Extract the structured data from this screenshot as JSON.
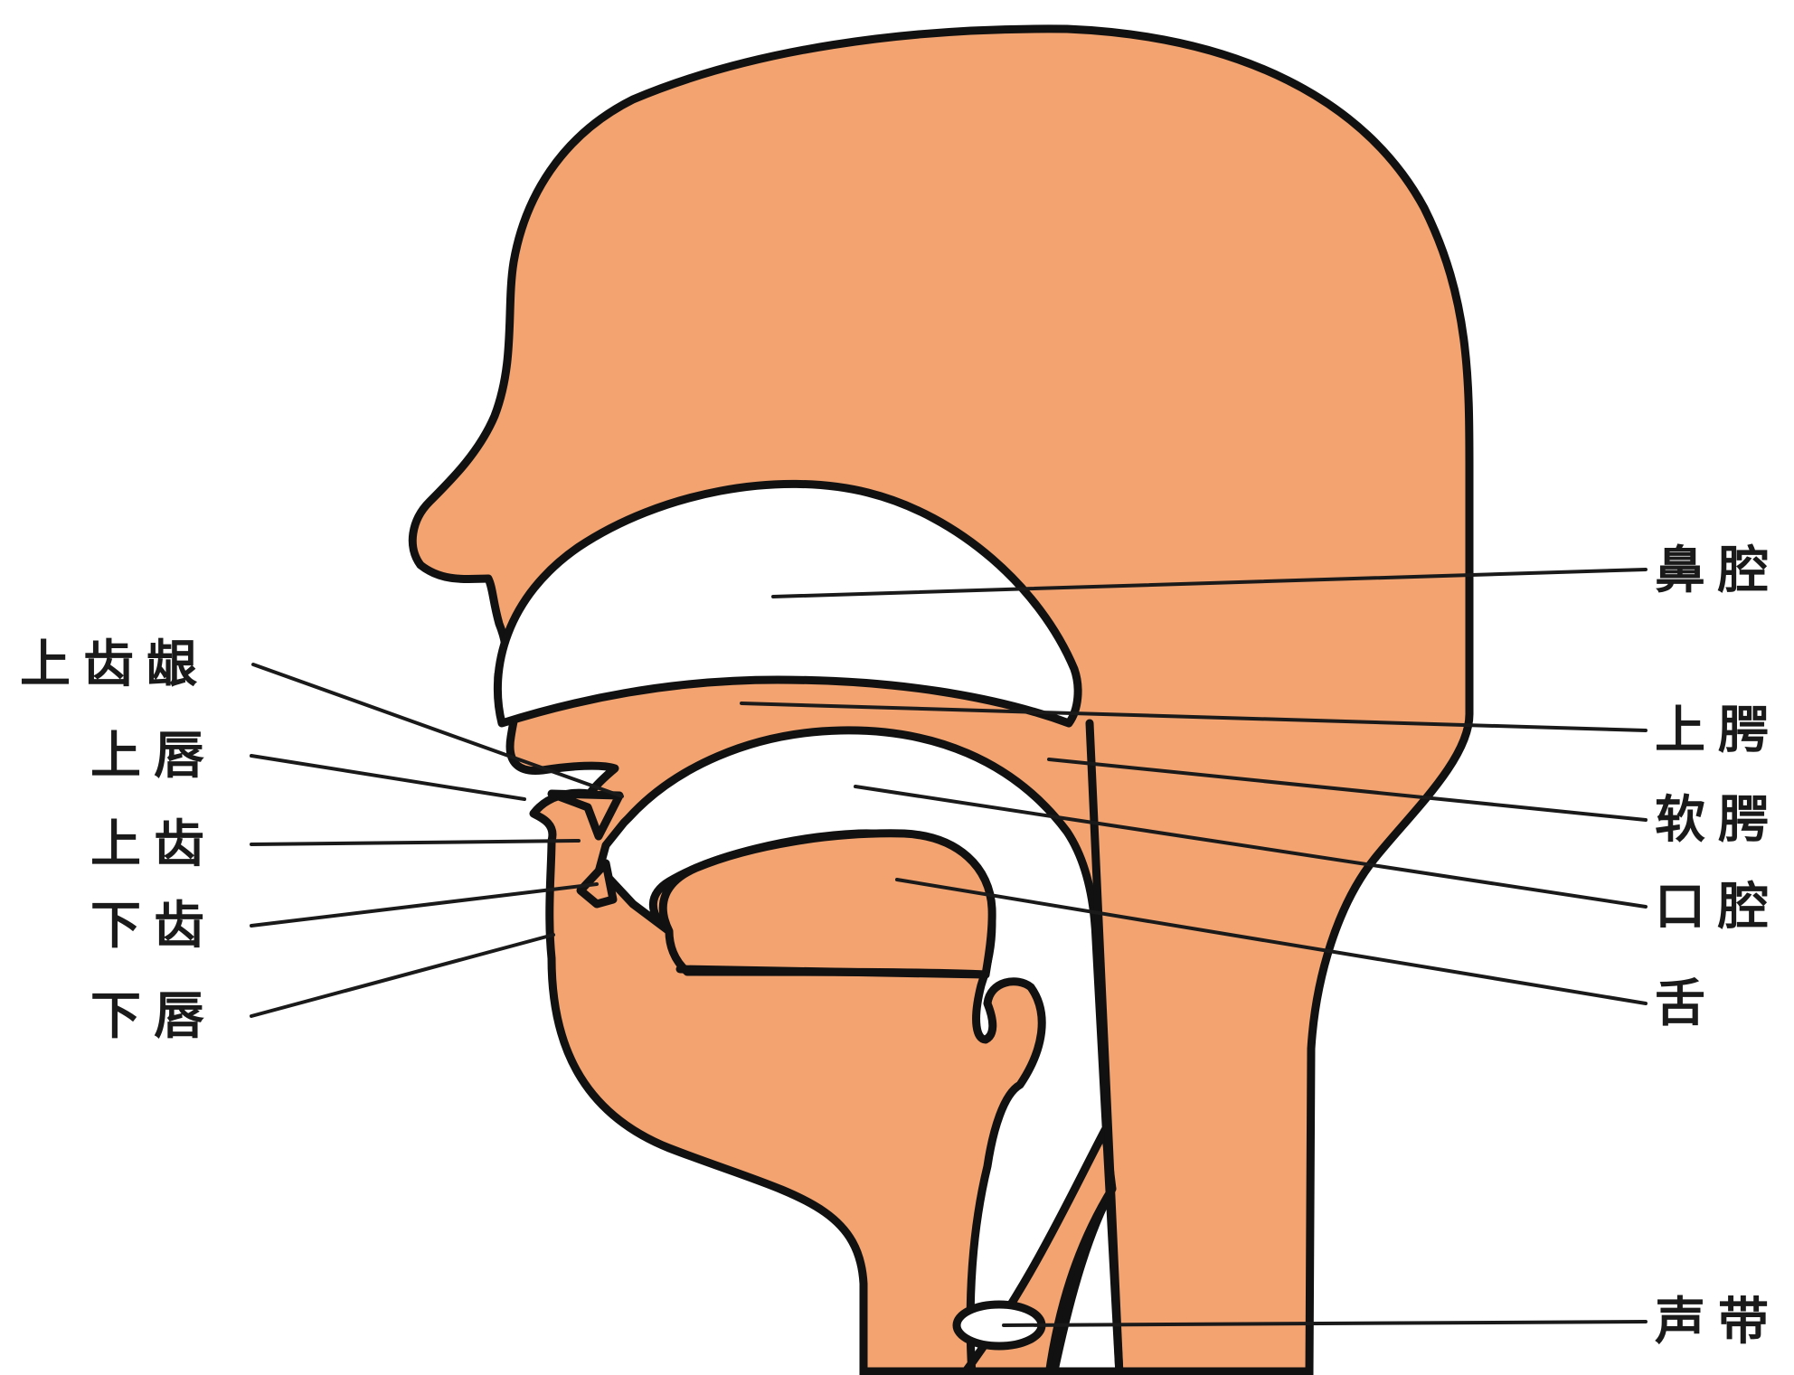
{
  "colors": {
    "flesh": "#F2A370",
    "cavity": "#FFFFFF",
    "outline": "#111111",
    "text": "#1A1A1A"
  },
  "labels": {
    "left": {
      "upper_gum": "上齿龈",
      "upper_lip": "上唇",
      "upper_teeth": "上齿",
      "lower_teeth": "下齿",
      "lower_lip": "下唇"
    },
    "right": {
      "nasal_cavity": "鼻腔",
      "hard_palate": "上腭",
      "soft_palate": "软腭",
      "oral_cavity": "口腔",
      "tongue": "舌",
      "vocal_cords": "声带"
    }
  }
}
